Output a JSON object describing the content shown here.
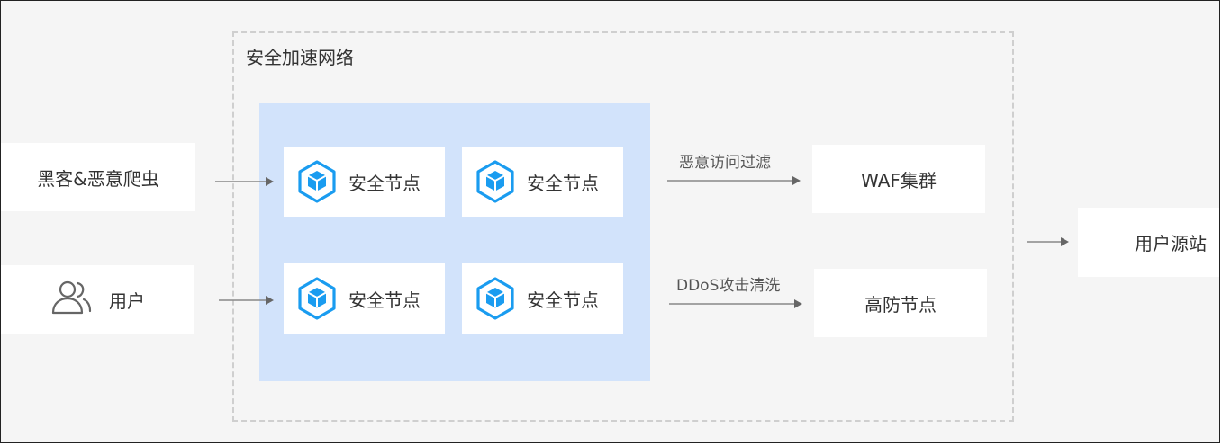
{
  "zone": {
    "title": "安全加速网络"
  },
  "sources": [
    {
      "label": "黑客&恶意爬虫"
    },
    {
      "label": "用户",
      "icon": "users-icon"
    }
  ],
  "nodes": [
    {
      "label": "安全节点",
      "icon": "cube-hexagon-icon"
    },
    {
      "label": "安全节点",
      "icon": "cube-hexagon-icon"
    },
    {
      "label": "安全节点",
      "icon": "cube-hexagon-icon"
    },
    {
      "label": "安全节点",
      "icon": "cube-hexagon-icon"
    }
  ],
  "edges": [
    {
      "label": "恶意访问过滤"
    },
    {
      "label": "DDoS攻击清洗"
    }
  ],
  "targets": [
    {
      "label": "WAF集群"
    },
    {
      "label": "高防节点"
    }
  ],
  "origin": {
    "label": "用户源站"
  },
  "colors": {
    "accent": "#1a9cf0",
    "zone_fill": "#d2e3fb",
    "arrow": "#888888",
    "border": "#222222"
  }
}
